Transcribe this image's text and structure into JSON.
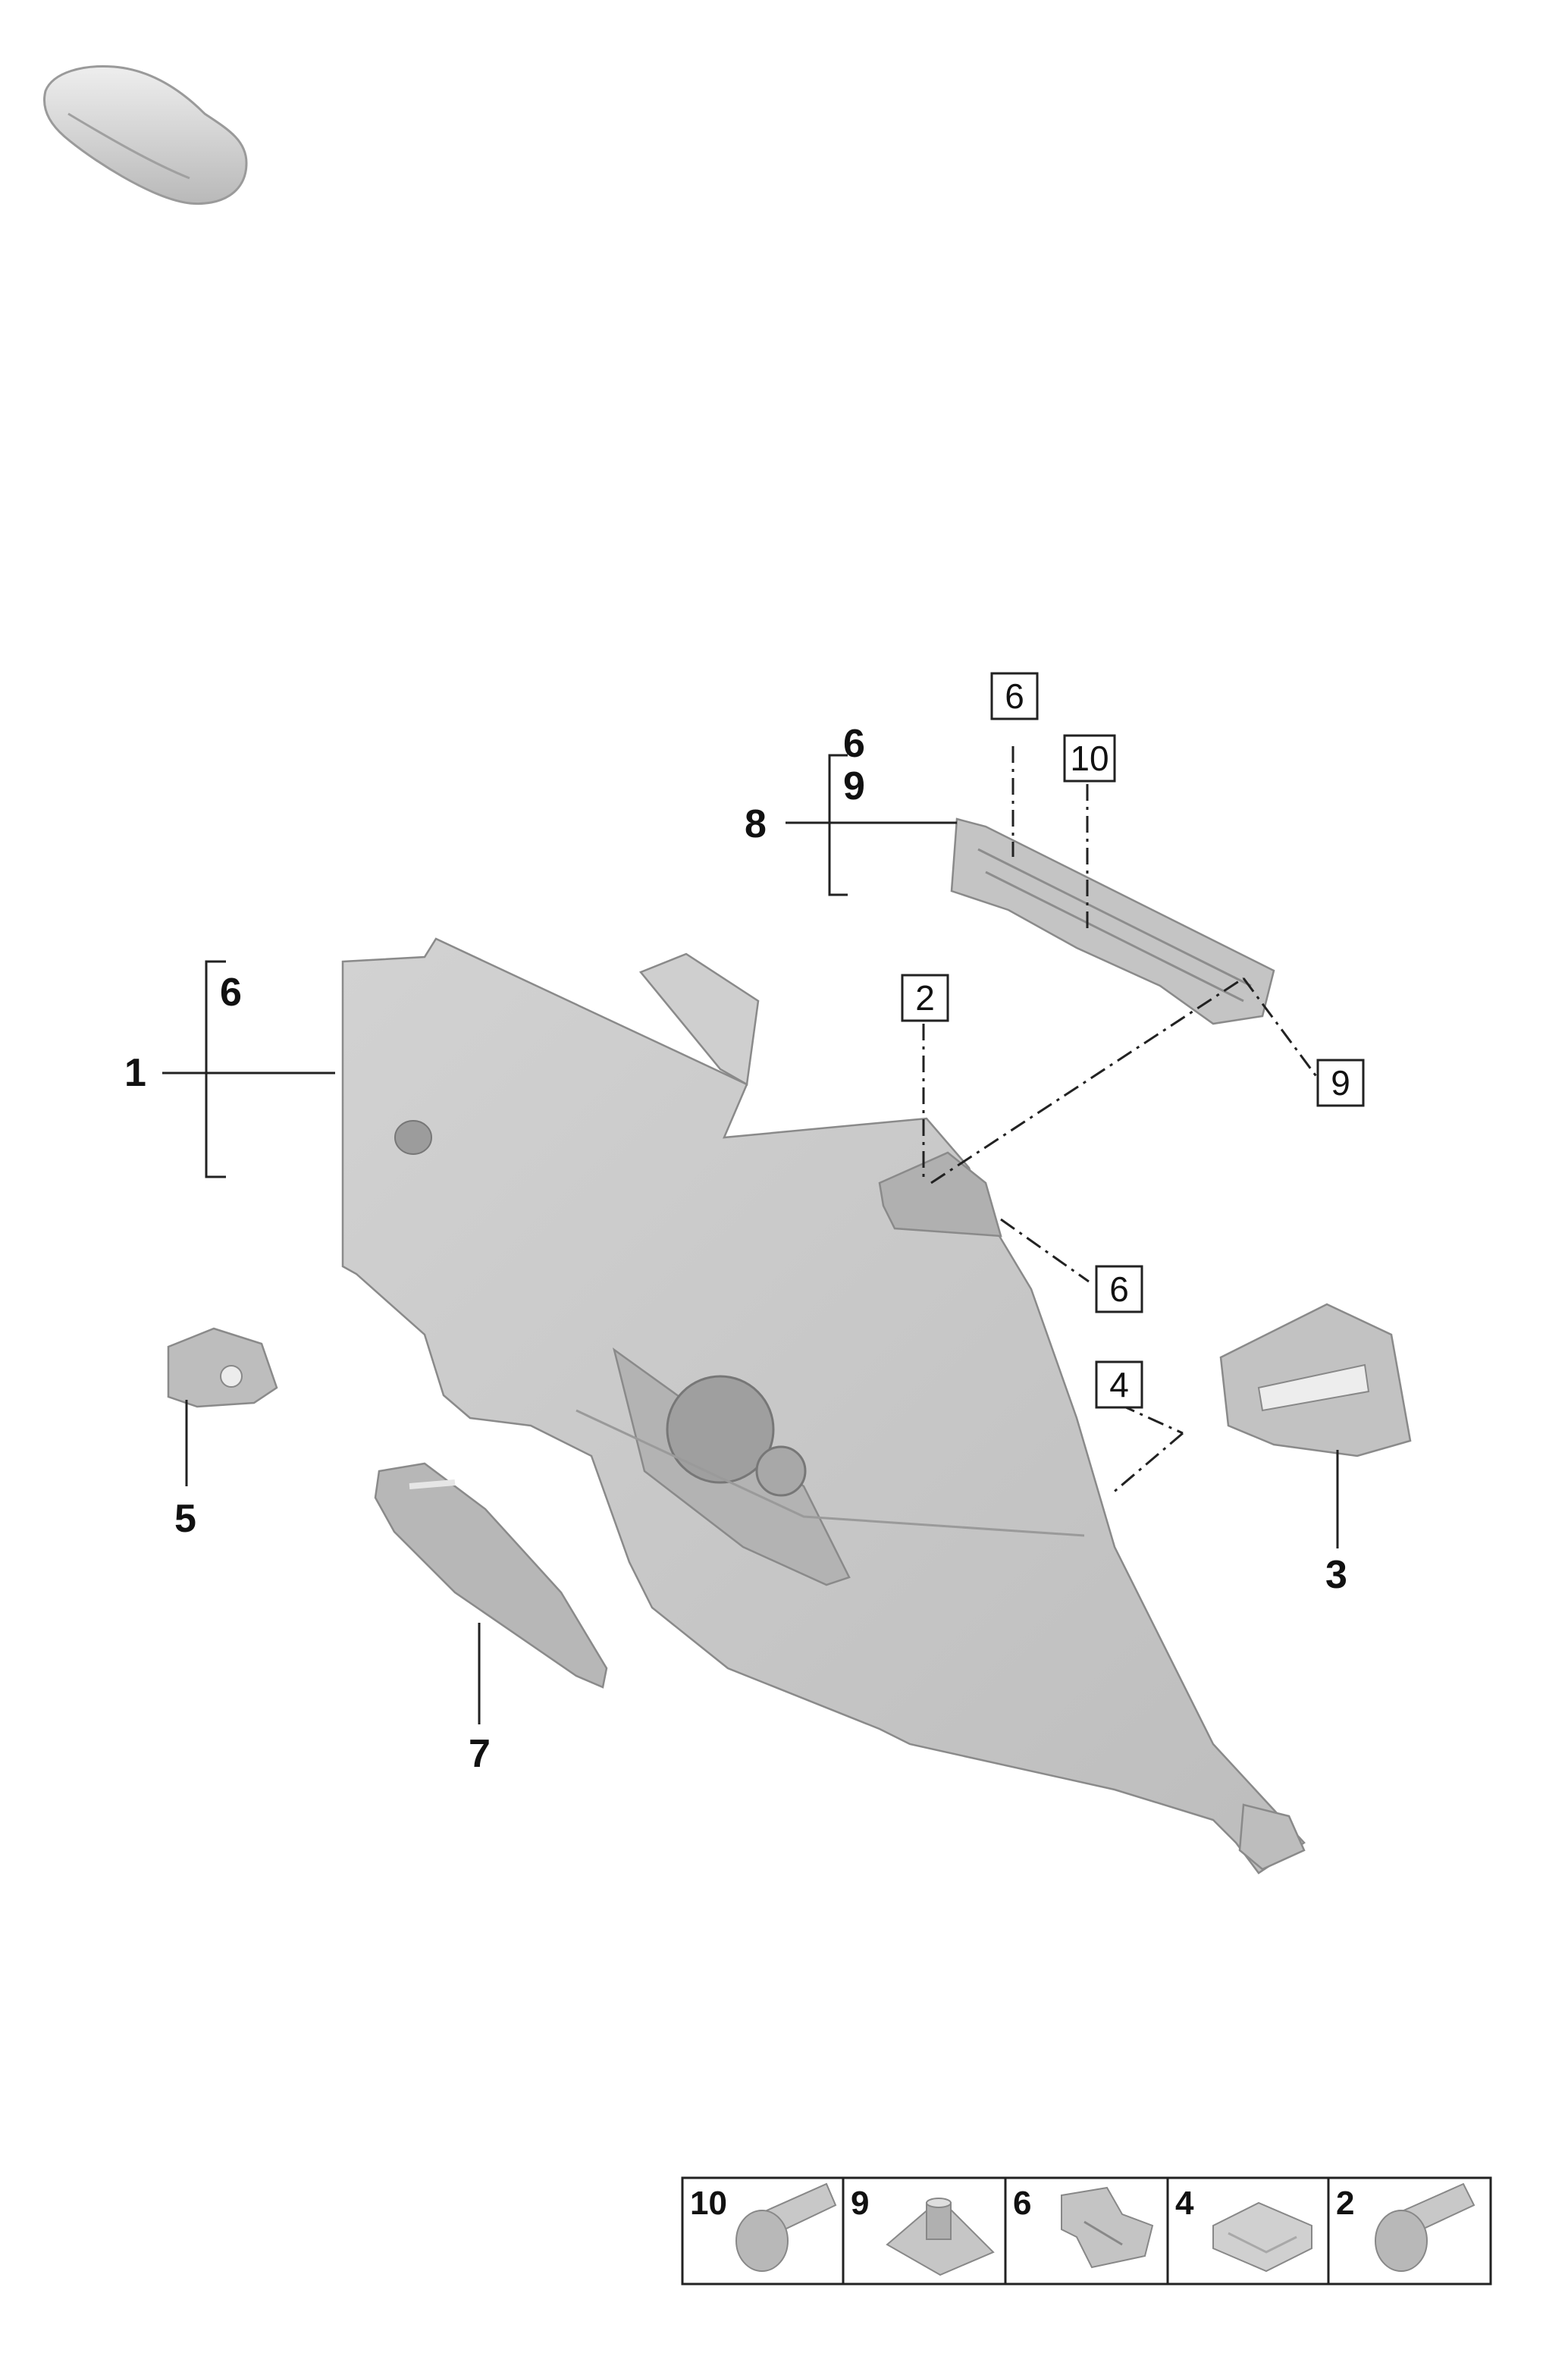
{
  "callouts": {
    "part_1": "1",
    "part_1_sub": "6",
    "part_3": "3",
    "part_5": "5",
    "part_7": "7",
    "part_8": "8",
    "part_8_sub_a": "6",
    "part_8_sub_b": "9"
  },
  "boxed_refs": {
    "top_6": "6",
    "top_10": "10",
    "mid_2": "2",
    "right_9": "9",
    "lower_6": "6",
    "lower_4": "4"
  },
  "legend": [
    {
      "number": "10",
      "icon": "screw-icon"
    },
    {
      "number": "9",
      "icon": "clip-nut-icon"
    },
    {
      "number": "6",
      "icon": "spring-clip-icon"
    },
    {
      "number": "4",
      "icon": "foam-pad-icon"
    },
    {
      "number": "2",
      "icon": "screw-icon"
    }
  ],
  "colors": {
    "part_fill": "#c9c9c9",
    "part_shade": "#a9a9a9",
    "line": "#222222"
  }
}
